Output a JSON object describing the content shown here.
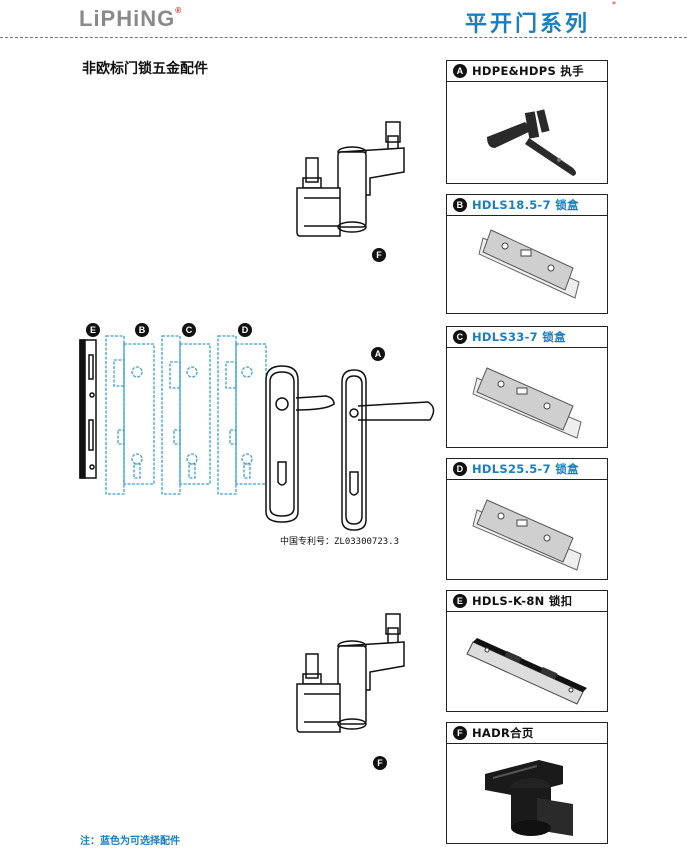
{
  "header": {
    "logo": "LiPHiNG",
    "logo_mark": "®",
    "series_title": "平开门系列",
    "corner_mark": "*"
  },
  "section_title": "非欧标门锁五金配件",
  "patent_text": "中国专利号：ZL03300723.3",
  "footnote": "注：蓝色为可选择配件",
  "markers": {
    "hinge_top": "F",
    "hinge_bottom": "F",
    "handle": "A",
    "strike": "E",
    "box_b": "B",
    "box_c": "C",
    "box_d": "D"
  },
  "products": [
    {
      "letter": "A",
      "name": "HDPE&HDPS 执手",
      "highlight": false,
      "icon": "handle"
    },
    {
      "letter": "B",
      "name": "HDLS18.5-7 锁盒",
      "highlight": true,
      "icon": "lock-box"
    },
    {
      "letter": "C",
      "name": "HDLS33-7 锁盒",
      "highlight": true,
      "icon": "lock-box"
    },
    {
      "letter": "D",
      "name": "HDLS25.5-7 锁盒",
      "highlight": true,
      "icon": "lock-box"
    },
    {
      "letter": "E",
      "name": "HDLS-K-8N 锁扣",
      "highlight": false,
      "icon": "strike-plate"
    },
    {
      "letter": "F",
      "name": "HADR合页",
      "highlight": false,
      "icon": "hinge"
    }
  ],
  "colors": {
    "accent": "#1a7fc0",
    "logo": "#8a8a8a",
    "brand_mark": "#dd2222"
  }
}
